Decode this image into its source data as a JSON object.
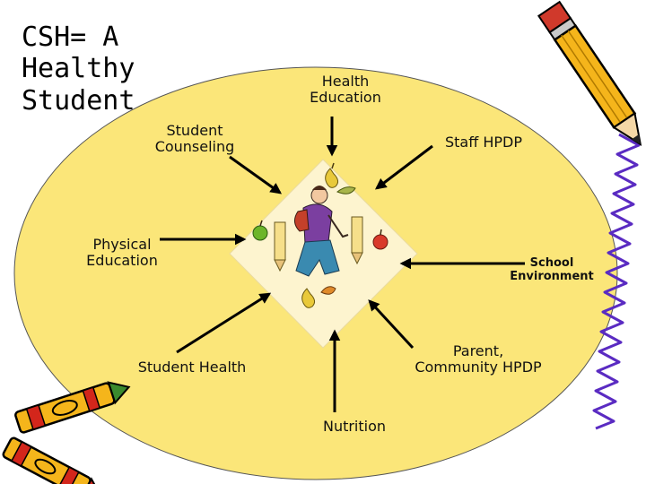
{
  "slide": {
    "title": "CSH= A\nHealthy\nStudent",
    "center_image": "student-walking-with-apples-pears-pencils-clipart",
    "decorations": [
      "pencil-clipart",
      "crayons-clipart",
      "zigzag-squiggle-border"
    ]
  },
  "components": {
    "health_education": "Health\nEducation",
    "staff_hpdp": "Staff HPDP",
    "student_counseling": "Student\nCounseling",
    "physical_education": "Physical\nEducation",
    "school_environment": "School\nEnvironment",
    "student_health": "Student Health",
    "parent_community": "Parent,\nCommunity HPDP",
    "nutrition": "Nutrition"
  },
  "colors": {
    "oval_fill": "#fbe679",
    "arrow": "#000000",
    "squiggle": "#5a2bc2",
    "pencil_body": "#f5b51b",
    "crayon_red": "#d3261b",
    "crayon_green": "#3a8a2e",
    "diamond_fill": "#fdf4cf"
  }
}
